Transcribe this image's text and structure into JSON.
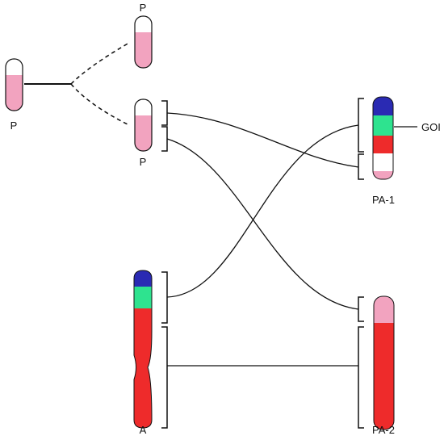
{
  "labels": {
    "source_p": "P",
    "top_p": "P",
    "mid_p": "P",
    "chromosome_a": "A",
    "pa1": "PA-1",
    "pa2": "PA-2",
    "goi": "GOI"
  },
  "colors": {
    "pink": "#f2a3bf",
    "red": "#ee2b2b",
    "green": "#2ee38f",
    "blue": "#2a2ab3",
    "line": "#111111",
    "background": "#ffffff"
  }
}
